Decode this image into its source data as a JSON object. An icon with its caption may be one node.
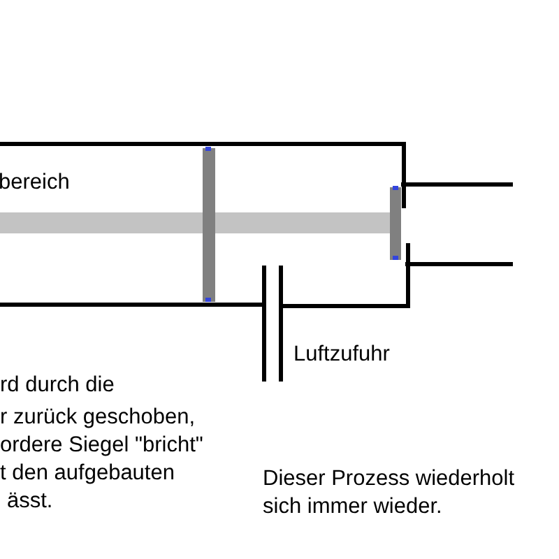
{
  "diagram": {
    "labels": [
      "bereich",
      "rd durch die",
      "r zurück geschoben,",
      "ordere Siegel \"bricht\"",
      "t den aufgebauten",
      "ässt.",
      "Luftzufuhr",
      "Dieser Prozess wiederholt sich immer wieder."
    ]
  }
}
